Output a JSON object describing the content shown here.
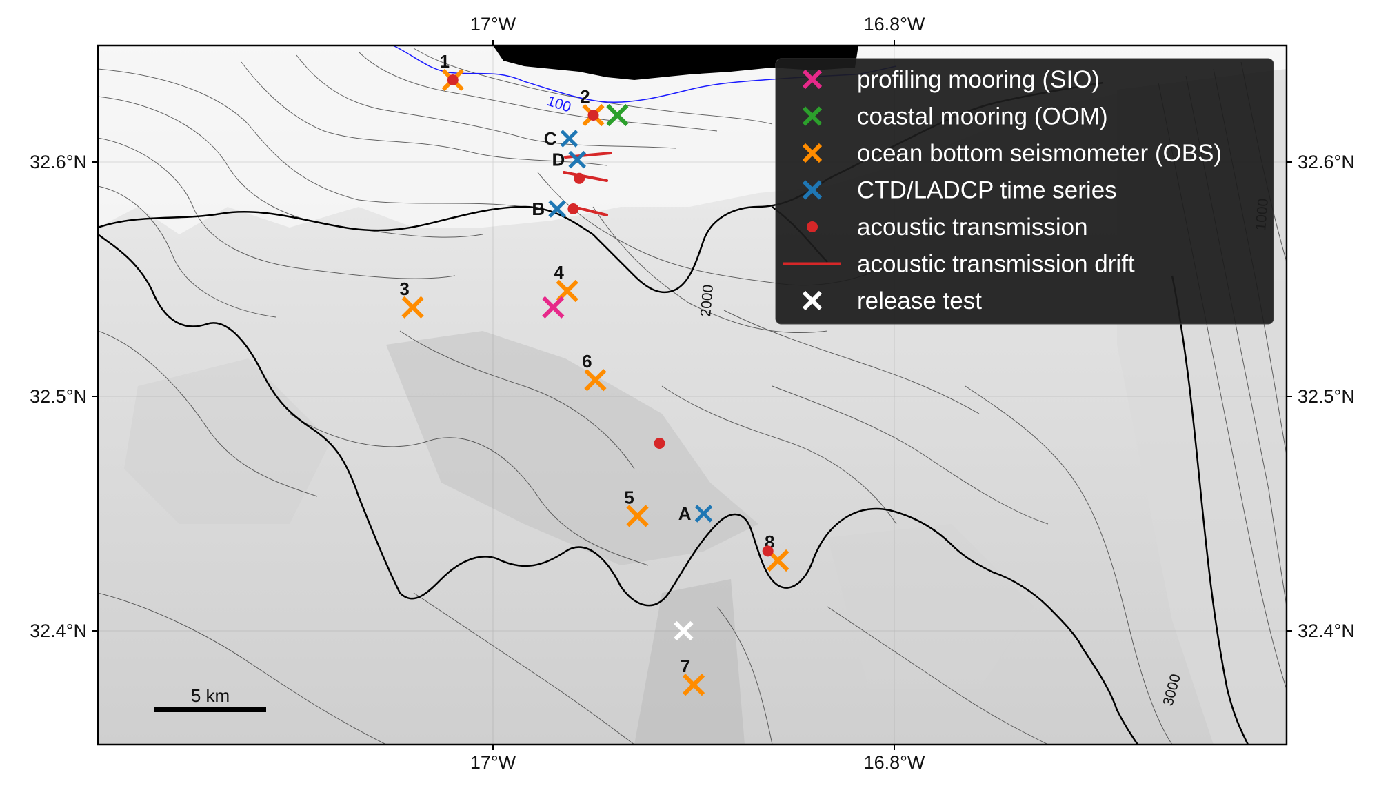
{
  "map": {
    "axes": {
      "lon_ticks": [
        "17°W",
        "16.8°W"
      ],
      "lat_ticks": [
        "32.6°N",
        "32.5°N",
        "32.4°N"
      ]
    },
    "contour_labels": [
      "100",
      "2000",
      "1000",
      "3000"
    ],
    "scalebar": {
      "label": "5 km"
    },
    "legend": {
      "placement": "top-right",
      "items": [
        {
          "label": "profiling mooring (SIO)",
          "marker": "x",
          "color": "#e7298a"
        },
        {
          "label": "coastal mooring (OOM)",
          "marker": "x",
          "color": "#2ca02c"
        },
        {
          "label": "ocean bottom seismometer (OBS)",
          "marker": "x",
          "color": "#ff8c00"
        },
        {
          "label": "CTD/LADCP time series",
          "marker": "x",
          "color": "#1f77b4"
        },
        {
          "label": "acoustic transmission",
          "marker": "dot",
          "color": "#d62728"
        },
        {
          "label": "acoustic transmission drift",
          "marker": "line",
          "color": "#d62728"
        },
        {
          "label": "release test",
          "marker": "x",
          "color": "#ffffff"
        }
      ]
    },
    "obs_stations": [
      {
        "label": "1",
        "lon": -17.02,
        "lat": 32.635
      },
      {
        "label": "2",
        "lon": -16.95,
        "lat": 32.62
      },
      {
        "label": "3",
        "lon": -17.04,
        "lat": 32.538
      },
      {
        "label": "4",
        "lon": -16.963,
        "lat": 32.545
      },
      {
        "label": "6",
        "lon": -16.949,
        "lat": 32.507
      },
      {
        "label": "5",
        "lon": -16.928,
        "lat": 32.449
      },
      {
        "label": "8",
        "lon": -16.858,
        "lat": 32.43
      },
      {
        "label": "7",
        "lon": -16.9,
        "lat": 32.377
      }
    ],
    "sio_mooring": {
      "lon": -16.97,
      "lat": 32.538
    },
    "oom_mooring": {
      "lon": -16.938,
      "lat": 32.62
    },
    "ctd_stations": [
      {
        "label": "C",
        "lon": -16.962,
        "lat": 32.61
      },
      {
        "label": "D",
        "lon": -16.958,
        "lat": 32.601
      },
      {
        "label": "B",
        "lon": -16.968,
        "lat": 32.58
      },
      {
        "label": "A",
        "lon": -16.895,
        "lat": 32.45
      }
    ],
    "acoustic_points": [
      {
        "lon": -17.02,
        "lat": 32.635
      },
      {
        "lon": -16.95,
        "lat": 32.62
      },
      {
        "lon": -16.957,
        "lat": 32.593
      },
      {
        "lon": -16.96,
        "lat": 32.58
      },
      {
        "lon": -16.917,
        "lat": 32.48
      },
      {
        "lon": -16.863,
        "lat": 32.434
      }
    ],
    "release_test": {
      "lon": -16.905,
      "lat": 32.4
    }
  }
}
